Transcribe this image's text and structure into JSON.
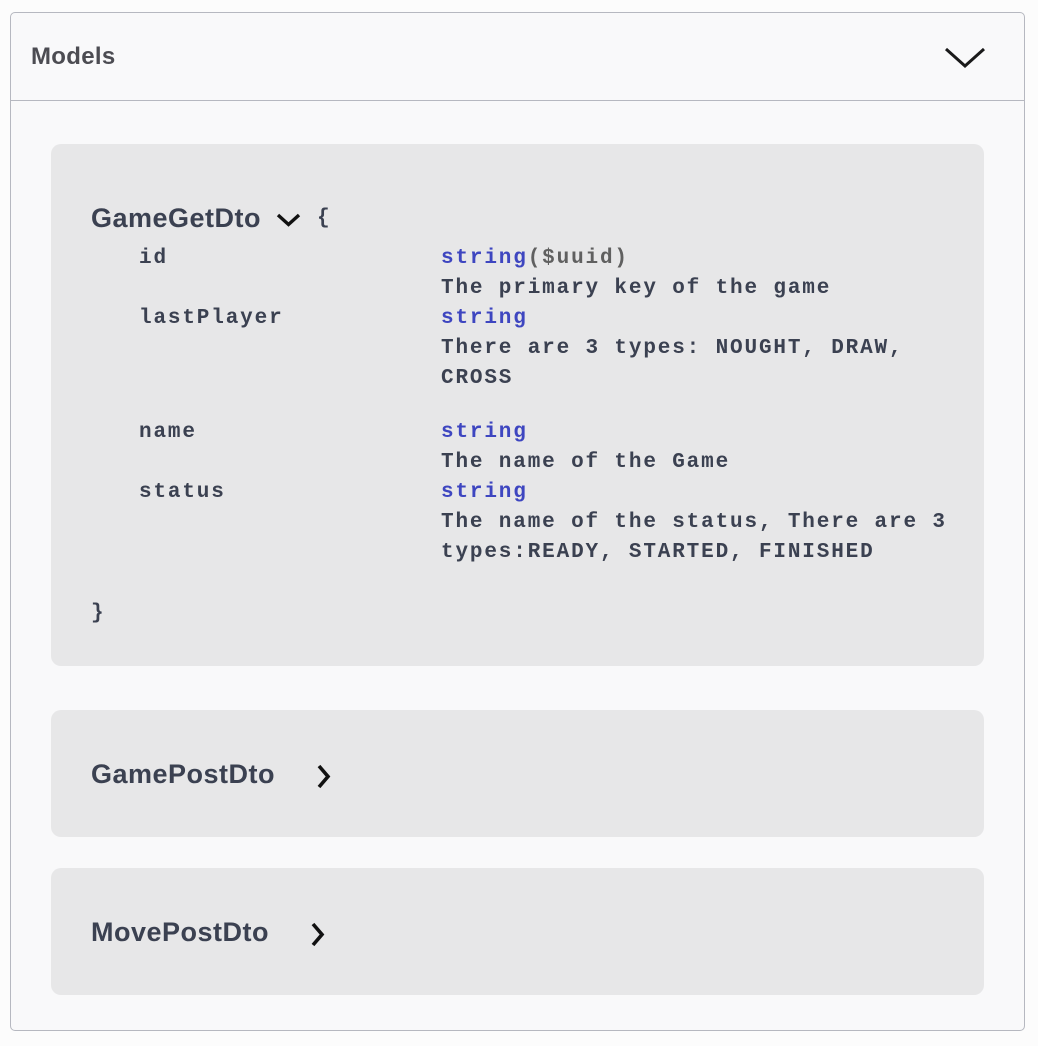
{
  "section": {
    "title": "Models"
  },
  "icons": {
    "header_toggle": "chevron-down",
    "expanded_model_toggle": "chevron-down",
    "collapsed_model_toggle": "chevron-right"
  },
  "colors": {
    "type_text": "#3e46c0",
    "format_text": "#606060",
    "body_text": "#3b4151",
    "card_background": "#e7e7e8",
    "section_border": "#b6b8c0"
  },
  "models": [
    {
      "name": "GameGetDto",
      "expanded": true,
      "open_brace": "{",
      "close_brace": "}",
      "properties": [
        {
          "name": "id",
          "type": "string",
          "format": "($uuid)",
          "description": "The primary key of the game"
        },
        {
          "name": "lastPlayer",
          "type": "string",
          "format": "",
          "description": "There are 3 types: NOUGHT, DRAW, CROSS"
        },
        {
          "name": "name",
          "type": "string",
          "format": "",
          "description": "The name of the Game"
        },
        {
          "name": "status",
          "type": "string",
          "format": "",
          "description": "The name of the status, There are 3 types:READY, STARTED, FINISHED"
        }
      ]
    },
    {
      "name": "GamePostDto",
      "expanded": false
    },
    {
      "name": "MovePostDto",
      "expanded": false
    }
  ]
}
